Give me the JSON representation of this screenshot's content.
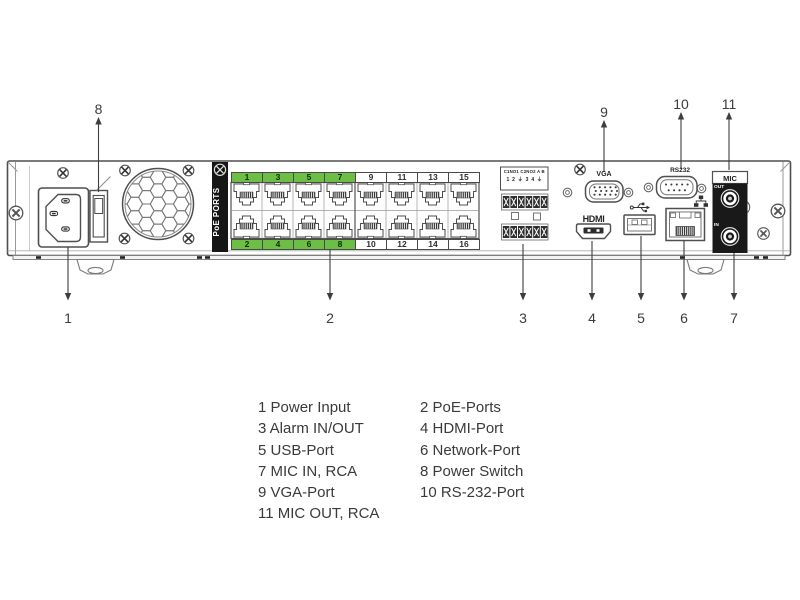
{
  "panel": {
    "poe_strip": "PoE PORTS",
    "poe_top": [
      "1",
      "3",
      "5",
      "7",
      "9",
      "11",
      "13",
      "15"
    ],
    "poe_bottom": [
      "2",
      "4",
      "6",
      "8",
      "10",
      "12",
      "14",
      "16"
    ],
    "alarm_row1": "C1NO1 C2NO2 A  B",
    "alarm_row2": "1 2 ⏚ 3 4 ⏚",
    "vga": "VGA",
    "rs232": "RS232",
    "hdmi": "HDMI",
    "mic": "MIC",
    "mic_out": "OUT",
    "mic_in": "IN"
  },
  "callouts": [
    "1",
    "2",
    "3",
    "4",
    "5",
    "6",
    "7",
    "8",
    "9",
    "10",
    "11"
  ],
  "legend": [
    "1 Power Input",
    "2 PoE-Ports",
    "3 Alarm IN/OUT",
    "4 HDMI-Port",
    "5 USB-Port",
    "6 Network-Port",
    "7 MIC IN, RCA",
    "8 Power Switch",
    "9 VGA-Port",
    "10 RS-232-Port",
    "11 MIC OUT, RCA"
  ],
  "colors": {
    "poe_green": "#6cbe45",
    "line_gray": "#4f4f4f",
    "strip_black": "#161616"
  }
}
